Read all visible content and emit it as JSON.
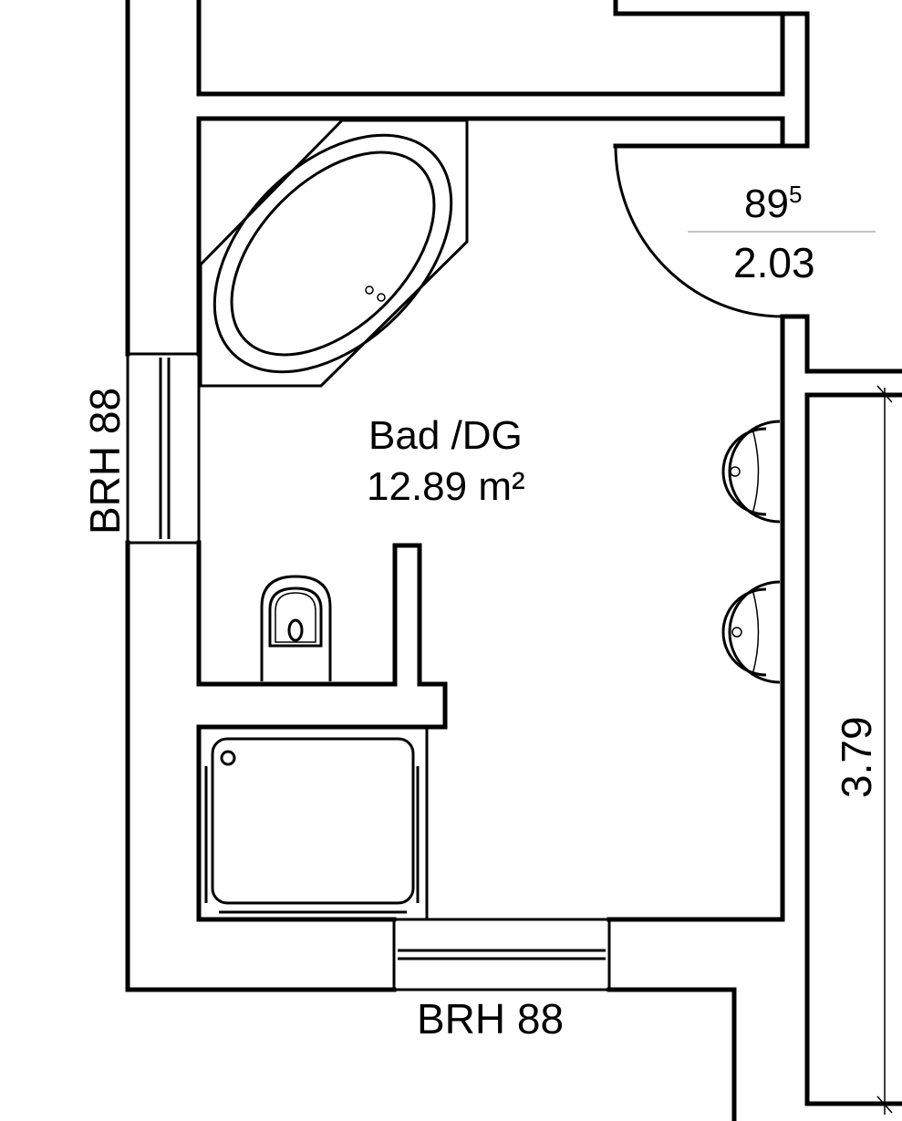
{
  "room": {
    "name": "Bad /DG",
    "area": "12.89 m²"
  },
  "windows": {
    "left_label": "BRH 88",
    "bottom_label": "BRH 88"
  },
  "door": {
    "width_main": "89",
    "width_sup": "5",
    "height": "2.03"
  },
  "dimension": {
    "right": "3.79"
  },
  "colors": {
    "line": "#000000",
    "background": "#ffffff"
  }
}
